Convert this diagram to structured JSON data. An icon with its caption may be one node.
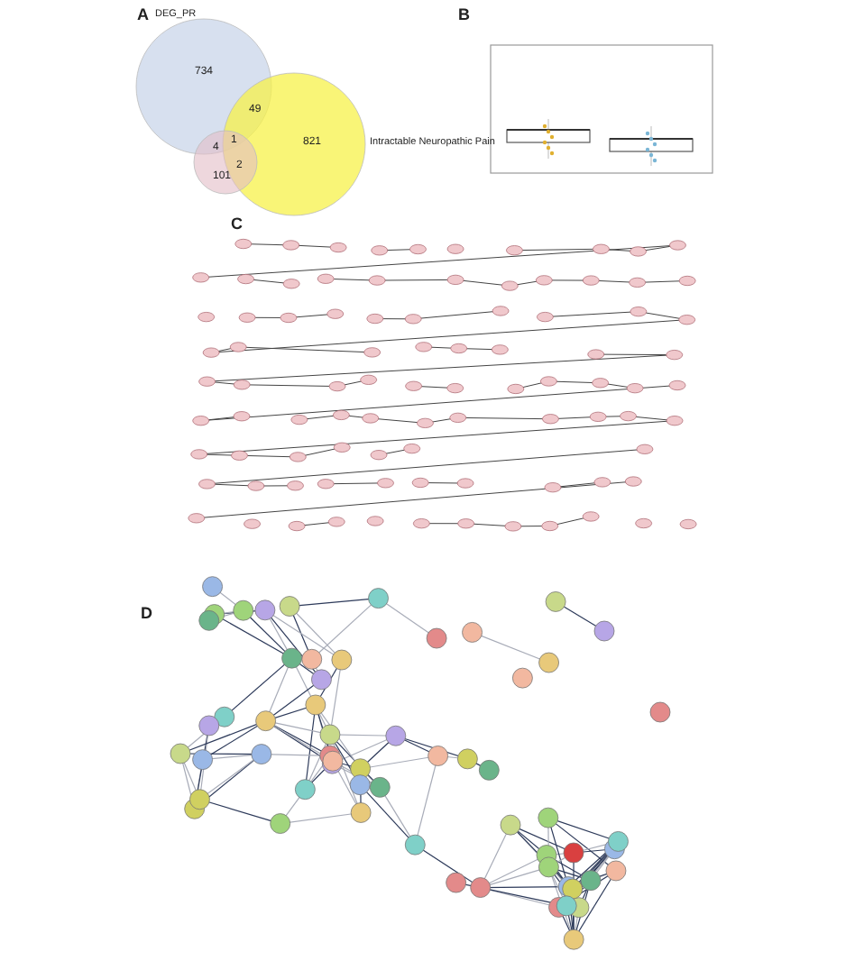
{
  "diagram": {
    "nodes": [
      {
        "text": [],
        "shape": "circle",
        "beside": [
          "DEG_PR"
        ]
      },
      {
        "text": [],
        "shape": "circle",
        "beside": [
          "Intractable Neuropathic Pain"
        ]
      },
      {
        "text": [],
        "shape": "circle"
      }
    ],
    "labels": [
      "A",
      "734",
      "49",
      "1",
      "4",
      "2",
      "821",
      "101",
      "B",
      "C",
      "D"
    ]
  }
}
